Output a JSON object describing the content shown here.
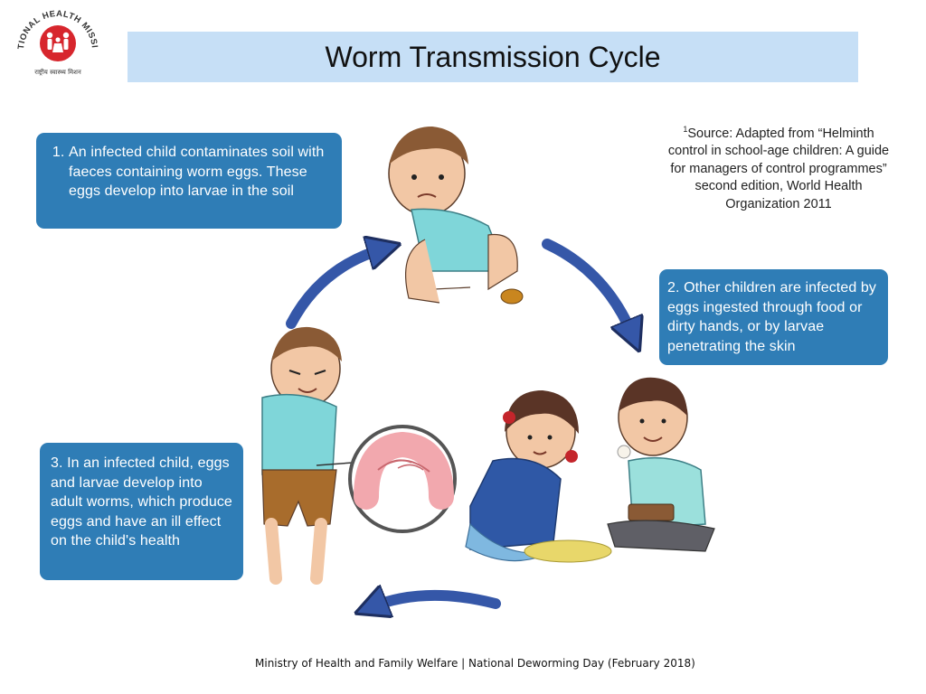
{
  "header": {
    "title": "Worm Transmission Cycle"
  },
  "logo": {
    "text": "NATIONAL HEALTH MISSION",
    "tagline": "राष्ट्रीय स्वास्थ्य मिशन",
    "icon": "family-icon",
    "color": "#d7262d"
  },
  "callouts": {
    "step1": "An infected child contaminates soil with faeces containing worm eggs. These eggs develop into larvae in the soil",
    "step2": "2. Other children are infected by eggs ingested  through food or dirty hands, or by larvae penetrating the skin",
    "step3": "3. In an infected child, eggs and larvae develop into adult worms, which produce eggs and have an ill effect on the child's health"
  },
  "source_note": {
    "marker": "1",
    "text": "Source:  Adapted from “Helminth control in school-age children: A guide for managers of control programmes” second edition, World Health Organization 2011"
  },
  "footer": {
    "text": "Ministry of Health and Family Welfare | National Deworming Day (February 2018)"
  },
  "colors": {
    "callout_bg": "#2f7db6",
    "title_bg": "#c6dff6",
    "arrow": "#3557a8"
  }
}
